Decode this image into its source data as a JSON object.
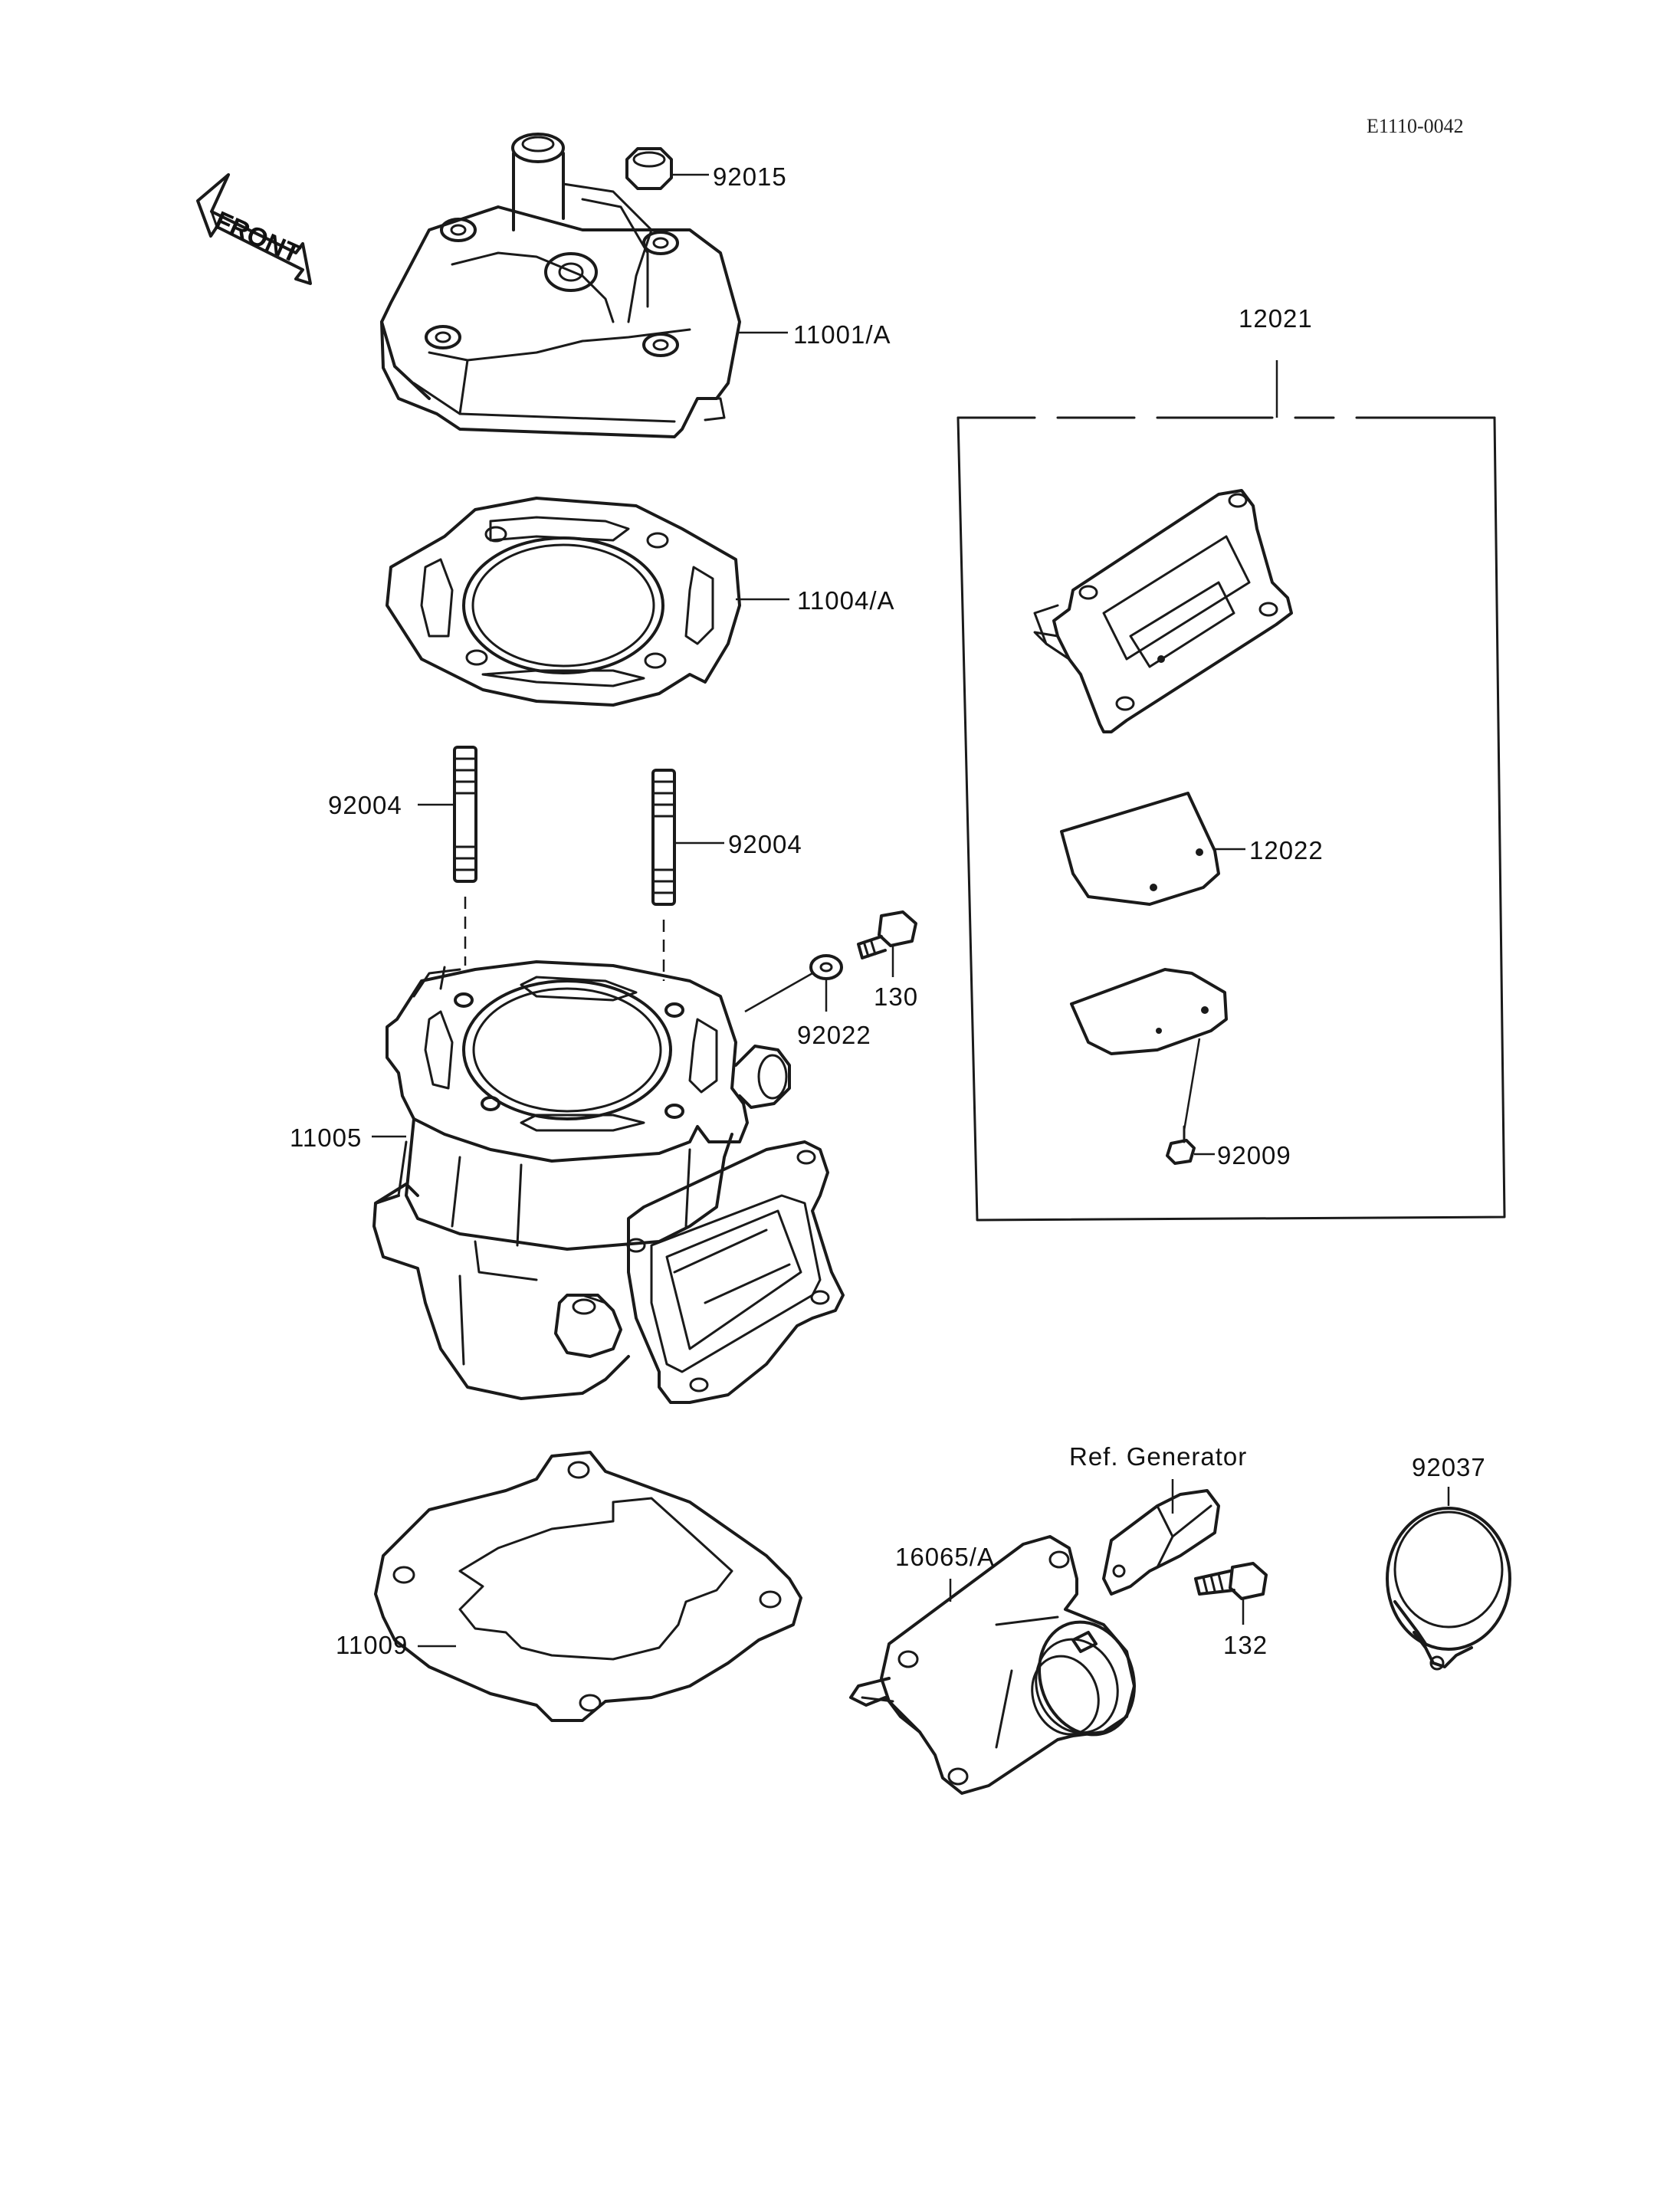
{
  "diagram": {
    "reference_code": "E1110-0042",
    "direction_label": "FRONT",
    "callouts": {
      "cap_nut": "92015",
      "cylinder_head": "11001/A",
      "head_gasket": "11004/A",
      "stud_left": "92004",
      "stud_right": "92004",
      "bolt_small": "130",
      "washer": "92022",
      "cylinder": "11005",
      "reed_valve_assy": "12021",
      "reed_petal": "12022",
      "reed_screw": "92009",
      "base_gasket": "11009",
      "intake_manifold": "16065/A",
      "ref_generator": "Ref. Generator",
      "bolt_clamp": "132",
      "hose_clamp": "92037"
    }
  }
}
